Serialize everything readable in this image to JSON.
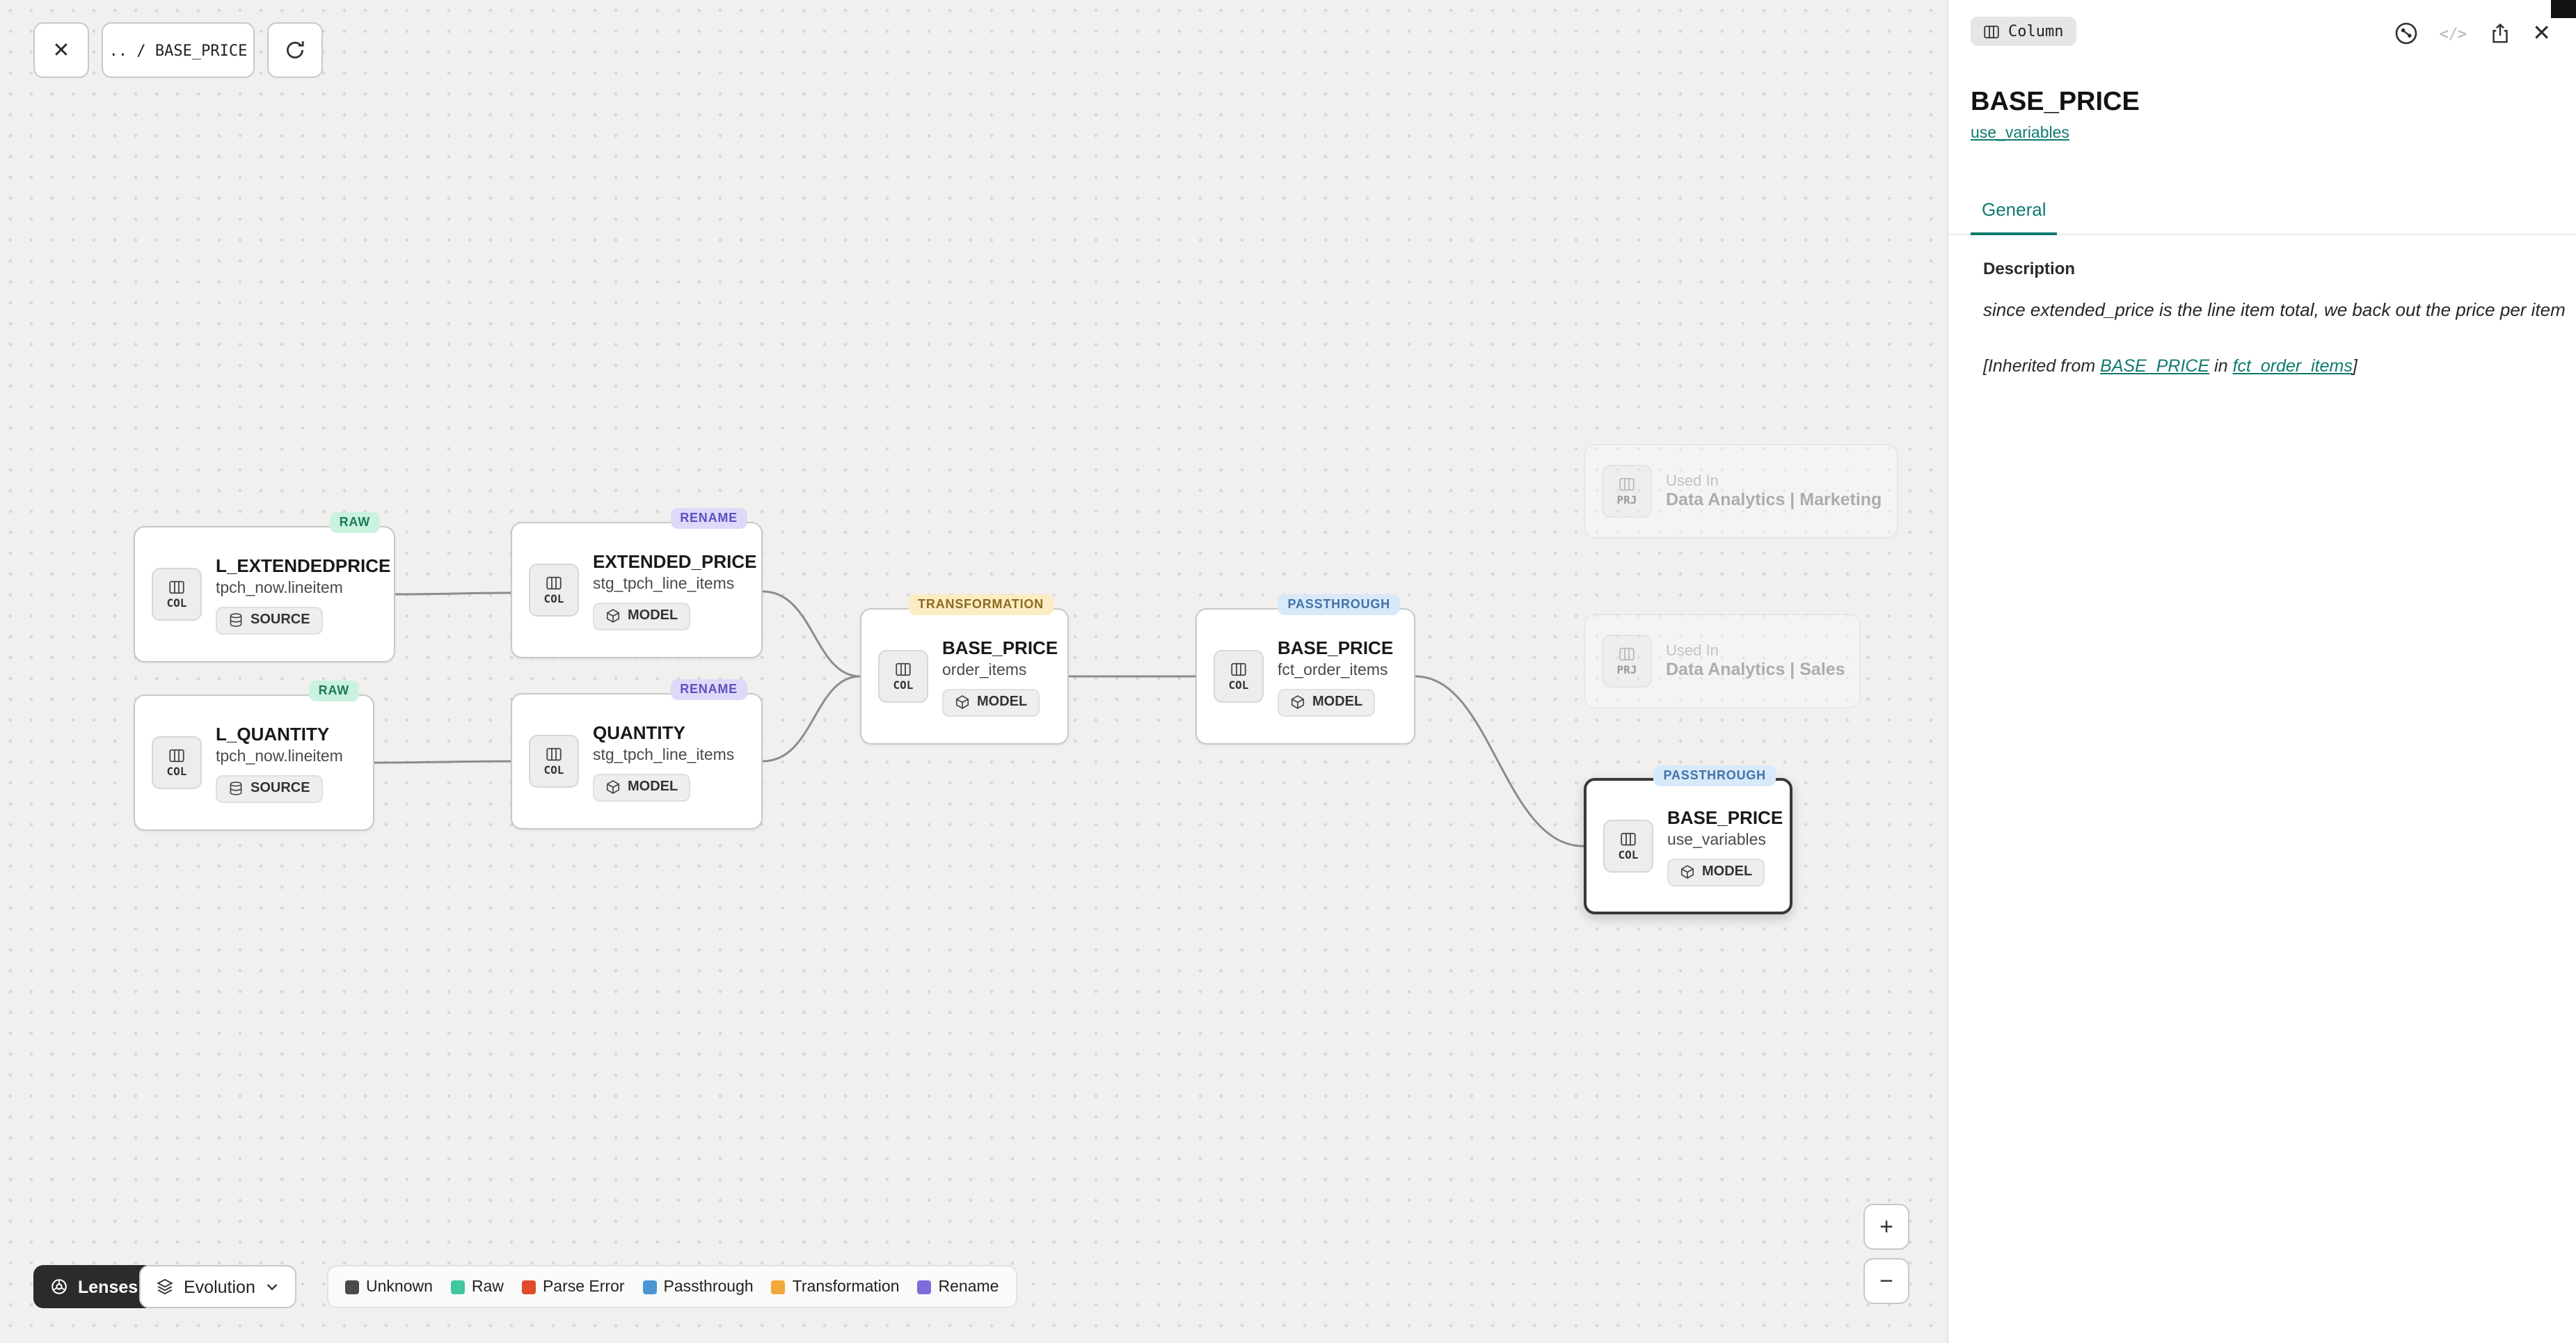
{
  "icons": {
    "close": "✕",
    "zoom_in": "+",
    "zoom_out": "−",
    "code": "</>"
  },
  "toolbar": {
    "breadcrumb": ".. / BASE_PRICE"
  },
  "graph": {
    "nodes": [
      {
        "kind": "COL",
        "badge": "RAW",
        "title": "L_EXTENDEDPRICE",
        "subtitle": "tpch_now.lineitem",
        "tag": "SOURCE"
      },
      {
        "kind": "COL",
        "badge": "RENAME",
        "title": "EXTENDED_PRICE",
        "subtitle": "stg_tpch_line_items",
        "tag": "MODEL"
      },
      {
        "kind": "COL",
        "badge": "RAW",
        "title": "L_QUANTITY",
        "subtitle": "tpch_now.lineitem",
        "tag": "SOURCE"
      },
      {
        "kind": "COL",
        "badge": "RENAME",
        "title": "QUANTITY",
        "subtitle": "stg_tpch_line_items",
        "tag": "MODEL"
      },
      {
        "kind": "COL",
        "badge": "TRANSFORMATION",
        "title": "BASE_PRICE",
        "subtitle": "order_items",
        "tag": "MODEL"
      },
      {
        "kind": "COL",
        "badge": "PASSTHROUGH",
        "title": "BASE_PRICE",
        "subtitle": "fct_order_items",
        "tag": "MODEL"
      },
      {
        "kind": "COL",
        "badge": "PASSTHROUGH",
        "title": "BASE_PRICE",
        "subtitle": "use_variables",
        "tag": "MODEL"
      }
    ],
    "project_nodes": [
      {
        "kind": "PRJ",
        "label": "Used In",
        "title": "Data Analytics | Marketing"
      },
      {
        "kind": "PRJ",
        "label": "Used In",
        "title": "Data Analytics | Sales"
      }
    ],
    "edges": [
      "M284 427 C320 427 335 426 367 426",
      "M269 548 C310 548 330 547 367 547",
      "M548 425 C585 425 585 486 618 486",
      "M548 547 C585 547 585 486 618 486",
      "M768 486 C800 486 825 486 859 486",
      "M1017 486 C1072 486 1080 608 1138 608"
    ]
  },
  "controls": {
    "lenses": "Lenses",
    "evolution": "Evolution",
    "legend": [
      {
        "label": "Unknown",
        "color": "#4a4a48"
      },
      {
        "label": "Raw",
        "color": "#3fc79f"
      },
      {
        "label": "Parse Error",
        "color": "#df4a2b"
      },
      {
        "label": "Passthrough",
        "color": "#4b96d2"
      },
      {
        "label": "Transformation",
        "color": "#f2a93b"
      },
      {
        "label": "Rename",
        "color": "#7f6bdb"
      }
    ]
  },
  "panel": {
    "type_chip": "Column",
    "title": "BASE_PRICE",
    "model_link": "use_variables",
    "tab_general": "General",
    "description_heading": "Description",
    "description_text": "since extended_price is the line item total, we back out the price per item",
    "inherited": {
      "prefix": "[Inherited from ",
      "link_column": "BASE_PRICE",
      "middle": " in ",
      "link_model": "fct_order_items",
      "suffix": "]"
    }
  }
}
